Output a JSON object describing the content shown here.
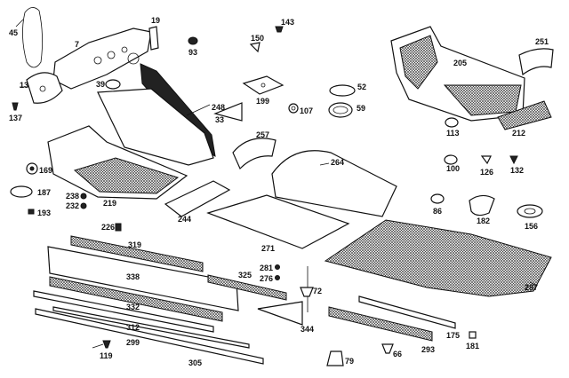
{
  "callouts": [
    "45",
    "7",
    "19",
    "143",
    "150",
    "93",
    "13",
    "39",
    "137",
    "248",
    "199",
    "52",
    "107",
    "59",
    "33",
    "257",
    "169",
    "187",
    "238",
    "232",
    "193",
    "219",
    "244",
    "264",
    "226",
    "271",
    "319",
    "325",
    "281",
    "276",
    "72",
    "338",
    "332",
    "312",
    "299",
    "119",
    "305",
    "344",
    "79",
    "66",
    "293",
    "175",
    "181",
    "251",
    "205",
    "113",
    "212",
    "100",
    "126",
    "132",
    "86",
    "182",
    "156",
    "287"
  ]
}
